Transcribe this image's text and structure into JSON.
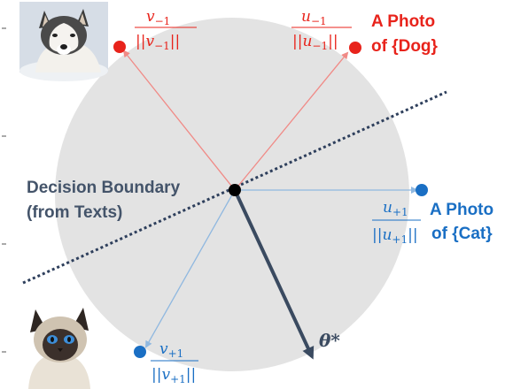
{
  "labels": {
    "dog_class": [
      "A Photo",
      "of {Dog}"
    ],
    "cat_class": [
      "A Photo",
      "of {Cat}"
    ],
    "boundary": [
      "Decision Boundary",
      "(from Texts)"
    ],
    "theta": "θ*"
  },
  "vectors": {
    "v_minus": {
      "num": "v",
      "sub": "−1",
      "den": "||v",
      "den_sub": "−1",
      "den_end": "||"
    },
    "u_minus": {
      "num": "u",
      "sub": "−1",
      "den": "||u",
      "den_sub": "−1",
      "den_end": "||"
    },
    "u_plus": {
      "num": "u",
      "sub": "+1",
      "den": "||u",
      "den_sub": "+1",
      "den_end": "||"
    },
    "v_plus": {
      "num": "v",
      "sub": "+1",
      "den": "||v",
      "den_sub": "+1",
      "den_end": "||"
    }
  },
  "images": {
    "dog": "dog-photo",
    "cat": "cat-photo"
  },
  "colors": {
    "dog": "#e8231b",
    "cat": "#1a6fc4",
    "boundary_text": "#44546a",
    "theta": "#3a4a60",
    "circle": "#e3e3e3"
  }
}
